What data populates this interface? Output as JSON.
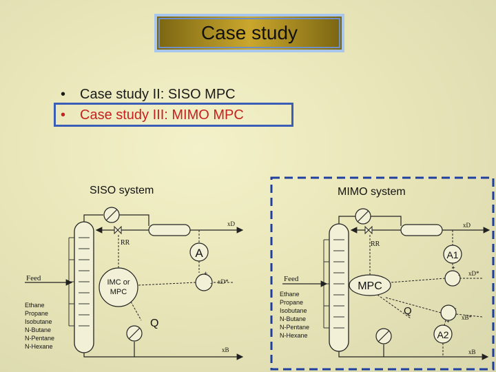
{
  "title": "Case study",
  "bullets": [
    {
      "marker": "•",
      "text": "Case study II: SISO MPC"
    },
    {
      "marker": "•",
      "text": "Case study III: MIMO MPC"
    }
  ],
  "diagram": {
    "siso_label": "SISO system",
    "mimo_label": "MIMO system",
    "siso": {
      "xd": "xD",
      "rr": "RR",
      "a": "A",
      "feed": "Feed",
      "components": [
        "Ethane",
        "Propane",
        "Isobutane",
        "N-Butane",
        "N-Pentane",
        "N-Hexane"
      ],
      "controller": [
        "IMC or",
        "MPC"
      ],
      "plus": "+",
      "minus": "-",
      "xd_set": "xD*",
      "q": "Q",
      "xb": "xB"
    },
    "mimo": {
      "xd": "xD",
      "rr": "RR",
      "a1": "A1",
      "feed": "Feed",
      "components": [
        "Ethane",
        "Propane",
        "Isobutane",
        "N-Butane",
        "N-Pentane",
        "N-Hexane"
      ],
      "controller": "MPC",
      "q": "Q",
      "plus": "+",
      "minus": "-",
      "xd_set": "xD*",
      "xb_set": "xB*",
      "a2": "A2",
      "xb": "xB"
    }
  },
  "colors": {
    "line": "#222222",
    "dash": "#1f3fa0",
    "title_bg": "#caa72d",
    "accent": "#c62020"
  }
}
